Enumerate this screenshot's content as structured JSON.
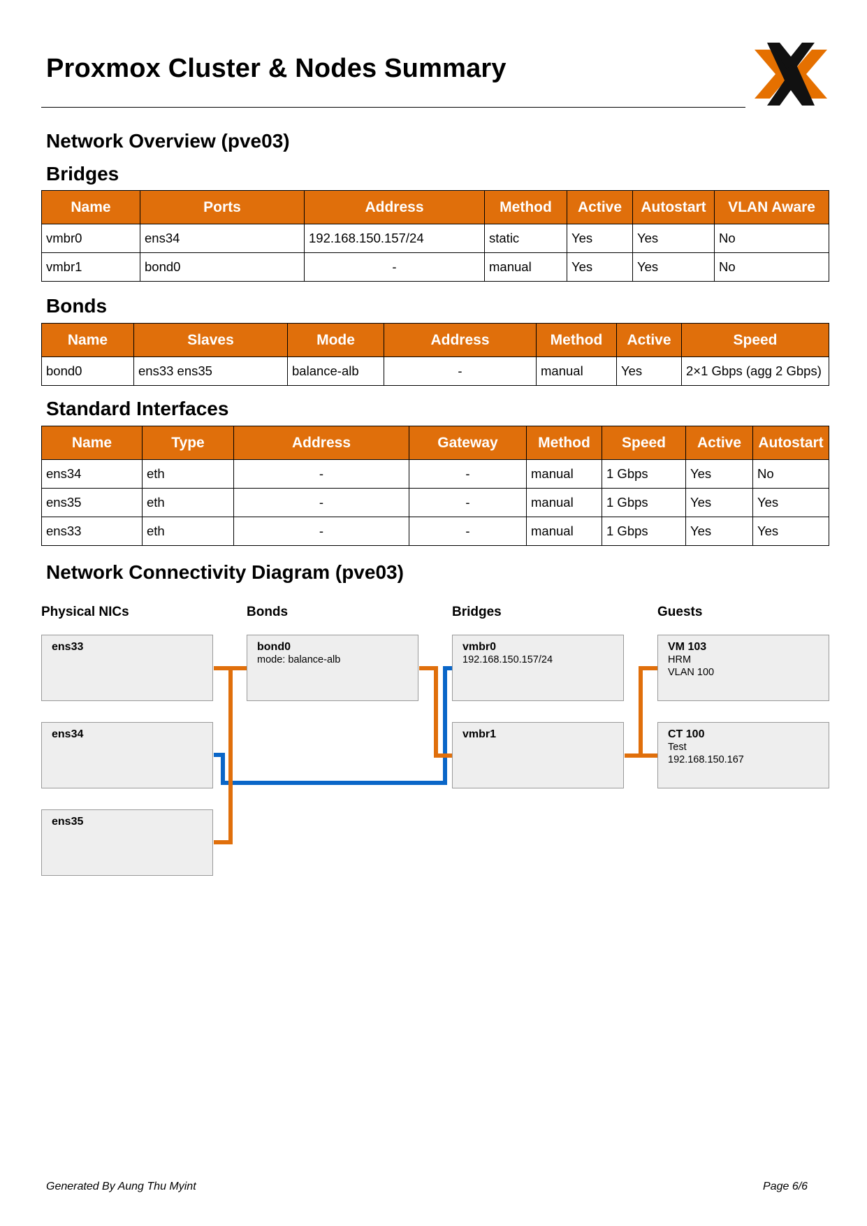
{
  "title": "Proxmox Cluster & Nodes Summary",
  "logo_icon": "proxmox-x-logo",
  "colors": {
    "accent": "#e06f0b",
    "blue_link": "#0a66c8",
    "node_fill": "#eeeeee"
  },
  "section_title": "Network Overview (pve03)",
  "bridges": {
    "heading": "Bridges",
    "columns": [
      "Name",
      "Ports",
      "Address",
      "Method",
      "Active",
      "Autostart",
      "VLAN Aware"
    ],
    "rows": [
      [
        "vmbr0",
        "ens34",
        "192.168.150.157/24",
        "static",
        "Yes",
        "Yes",
        "No"
      ],
      [
        "vmbr1",
        "bond0",
        "-",
        "manual",
        "Yes",
        "Yes",
        "No"
      ]
    ]
  },
  "bonds": {
    "heading": "Bonds",
    "columns": [
      "Name",
      "Slaves",
      "Mode",
      "Address",
      "Method",
      "Active",
      "Speed"
    ],
    "rows": [
      [
        "bond0",
        "ens33 ens35",
        "balance-alb",
        "-",
        "manual",
        "Yes",
        "2×1 Gbps (agg 2 Gbps)"
      ]
    ]
  },
  "interfaces": {
    "heading": "Standard Interfaces",
    "columns": [
      "Name",
      "Type",
      "Address",
      "Gateway",
      "Method",
      "Speed",
      "Active",
      "Autostart"
    ],
    "rows": [
      [
        "ens34",
        "eth",
        "-",
        "-",
        "manual",
        "1 Gbps",
        "Yes",
        "No"
      ],
      [
        "ens35",
        "eth",
        "-",
        "-",
        "manual",
        "1 Gbps",
        "Yes",
        "Yes"
      ],
      [
        "ens33",
        "eth",
        "-",
        "-",
        "manual",
        "1 Gbps",
        "Yes",
        "Yes"
      ]
    ]
  },
  "diagram": {
    "heading": "Network Connectivity Diagram (pve03)",
    "columns": [
      "Physical NICs",
      "Bonds",
      "Bridges",
      "Guests"
    ],
    "nics": [
      {
        "title": "ens33",
        "lines": []
      },
      {
        "title": "ens34",
        "lines": []
      },
      {
        "title": "ens35",
        "lines": []
      }
    ],
    "bonds": [
      {
        "title": "bond0",
        "lines": [
          "mode: balance-alb"
        ]
      }
    ],
    "bridges": [
      {
        "title": "vmbr0",
        "lines": [
          "192.168.150.157/24"
        ]
      },
      {
        "title": "vmbr1",
        "lines": []
      }
    ],
    "guests": [
      {
        "title": "VM 103",
        "lines": [
          "HRM",
          "VLAN 100"
        ]
      },
      {
        "title": "CT 100",
        "lines": [
          "Test",
          "192.168.150.167"
        ]
      }
    ]
  },
  "footer": {
    "generated_by": "Generated By Aung Thu Myint",
    "page": "Page 6/6"
  }
}
